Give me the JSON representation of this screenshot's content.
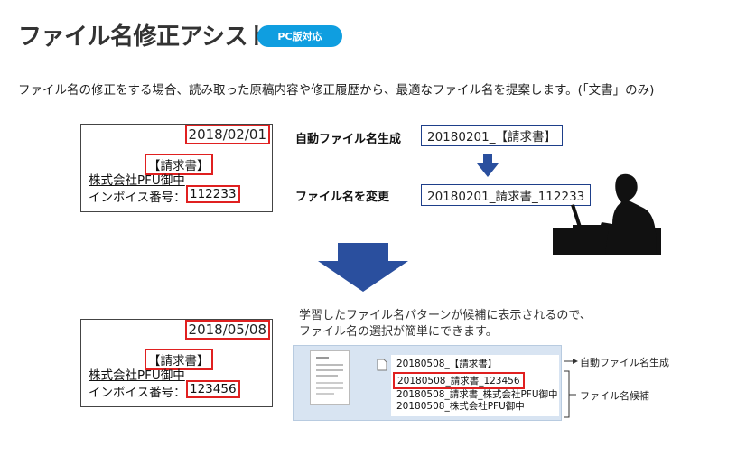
{
  "header": {
    "title": "ファイル名修正アシスト",
    "badge": "PC版対応"
  },
  "description": "ファイル名の修正をする場合、読み取った原稿内容や修正履歴から、最適なファイル名を提案します。(「文書」のみ)",
  "doc_top": {
    "date": "2018/02/01",
    "doc_type": "【請求書】",
    "company": "株式会社PFU御中",
    "invoice_label": "インボイス番号：",
    "invoice_number": "112233"
  },
  "doc_bottom": {
    "date": "2018/05/08",
    "doc_type": "【請求書】",
    "company": "株式会社PFU御中",
    "invoice_label": "インボイス番号：",
    "invoice_number": "123456"
  },
  "flow": {
    "auto_label": "自動ファイル名生成",
    "auto_value": "20180201_【請求書】",
    "change_label": "ファイル名を変更",
    "change_value": "20180201_請求書_112233"
  },
  "note": {
    "line1": "学習したファイル名パターンが候補に表示されるので、",
    "line2": "ファイル名の選択が簡単にできます。"
  },
  "panel": {
    "auto_item": "20180508_【請求書】",
    "candidates": [
      "20180508_請求書_123456",
      "20180508_請求書_株式会社PFU御中",
      "20180508_株式会社PFU御中"
    ],
    "auto_side_label": "自動ファイル名生成",
    "candidate_side_label": "ファイル名候補"
  },
  "colors": {
    "accent": "#0f9ee0",
    "highlight": "#e02020",
    "flow_blue": "#1e3f8a"
  }
}
